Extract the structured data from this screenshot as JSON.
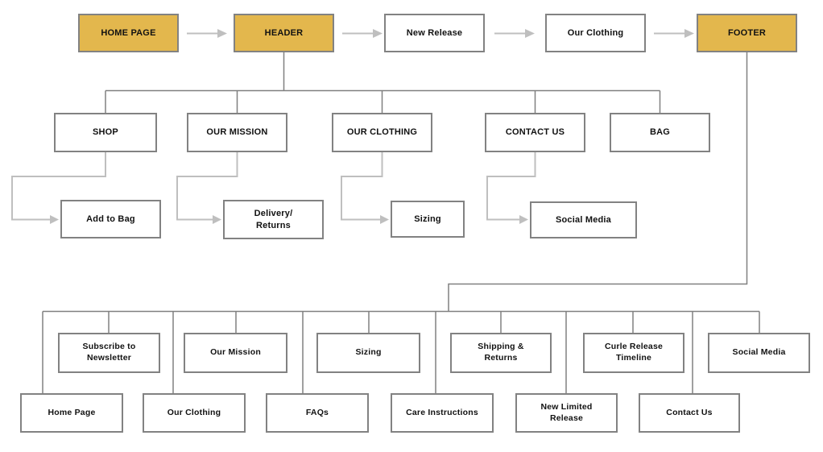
{
  "diagram": {
    "type": "website-sitemap-flowchart",
    "colors": {
      "highlight_fill": "#E3B74D",
      "box_border": "#828282",
      "tree_connector": "#808080",
      "arrow_connector": "#BFBFBF",
      "text": "#111111",
      "background": "#FFFFFF"
    },
    "flow": {
      "items": [
        {
          "label": "HOME PAGE",
          "highlight": true
        },
        {
          "label": "HEADER",
          "highlight": true
        },
        {
          "label": "New Release",
          "highlight": false
        },
        {
          "label": "Our Clothing",
          "highlight": false
        },
        {
          "label": "FOOTER",
          "highlight": true
        }
      ]
    },
    "header_tree": {
      "parent": "HEADER",
      "sections": [
        {
          "label": "SHOP",
          "child": "Add to Bag"
        },
        {
          "label": "OUR MISSION",
          "child": "Delivery/\nReturns"
        },
        {
          "label": "OUR CLOTHING",
          "child": "Sizing"
        },
        {
          "label": "CONTACT US",
          "child": "Social Media"
        },
        {
          "label": "BAG",
          "child": null
        }
      ]
    },
    "footer_tree": {
      "parent": "FOOTER",
      "row1": [
        "Subscribe to\nNewsletter",
        "Our Mission",
        "Sizing",
        "Shipping &\nReturns",
        "Curle Release\nTimeline",
        "Social Media"
      ],
      "row2": [
        "Home Page",
        "Our Clothing",
        "FAQs",
        "Care Instructions",
        "New Limited\nRelease",
        "Contact Us"
      ]
    }
  }
}
